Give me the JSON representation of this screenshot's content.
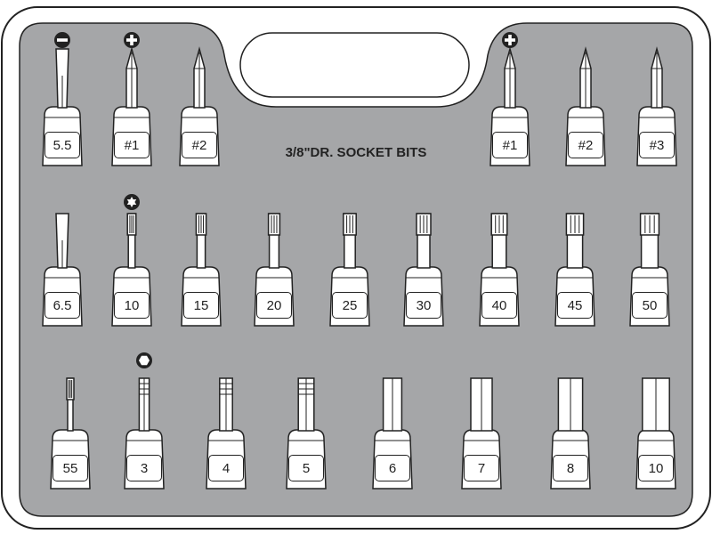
{
  "title": "3/8\"DR. SOCKET BITS",
  "colors": {
    "case": "#ffffff",
    "tray": "#a5a6a8",
    "outline": "#222222",
    "holder": "#ffffff"
  },
  "rows": [
    {
      "bits": [
        {
          "label": "5.5",
          "tip": "slotted",
          "type_icon": "minus-icon"
        },
        {
          "label": "#1",
          "tip": "phillips",
          "type_icon": "plus-icon"
        },
        {
          "label": "#2",
          "tip": "phillips"
        },
        {
          "label": "#1",
          "tip": "phillips",
          "type_icon": "plus-icon"
        },
        {
          "label": "#2",
          "tip": "phillips"
        },
        {
          "label": "#3",
          "tip": "phillips"
        }
      ]
    },
    {
      "bits": [
        {
          "label": "6.5",
          "tip": "slotted"
        },
        {
          "label": "10",
          "tip": "torx",
          "type_icon": "torx-icon"
        },
        {
          "label": "15",
          "tip": "torx"
        },
        {
          "label": "20",
          "tip": "torx"
        },
        {
          "label": "25",
          "tip": "torx"
        },
        {
          "label": "30",
          "tip": "torx"
        },
        {
          "label": "40",
          "tip": "torx"
        },
        {
          "label": "45",
          "tip": "torx"
        },
        {
          "label": "50",
          "tip": "torx"
        }
      ]
    },
    {
      "bits": [
        {
          "label": "55",
          "tip": "torx"
        },
        {
          "label": "3",
          "tip": "hex",
          "type_icon": "hexagon-icon"
        },
        {
          "label": "4",
          "tip": "hex"
        },
        {
          "label": "5",
          "tip": "hex"
        },
        {
          "label": "6",
          "tip": "hex"
        },
        {
          "label": "7",
          "tip": "hex"
        },
        {
          "label": "8",
          "tip": "hex"
        },
        {
          "label": "10",
          "tip": "hex"
        }
      ]
    }
  ]
}
